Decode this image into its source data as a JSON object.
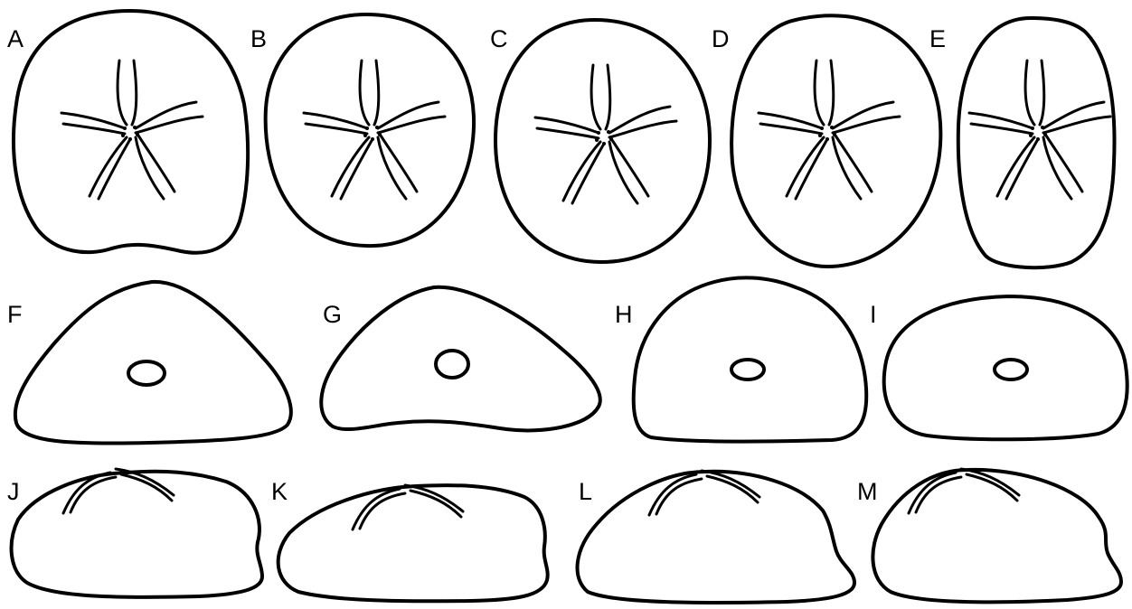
{
  "figure": {
    "panels": [
      {
        "id": "A",
        "label": "A",
        "view": "aboral"
      },
      {
        "id": "B",
        "label": "B",
        "view": "aboral"
      },
      {
        "id": "C",
        "label": "C",
        "view": "aboral"
      },
      {
        "id": "D",
        "label": "D",
        "view": "aboral"
      },
      {
        "id": "E",
        "label": "E",
        "view": "aboral"
      },
      {
        "id": "F",
        "label": "F",
        "view": "oral"
      },
      {
        "id": "G",
        "label": "G",
        "view": "oral"
      },
      {
        "id": "H",
        "label": "H",
        "view": "oral"
      },
      {
        "id": "I",
        "label": "I",
        "view": "oral"
      },
      {
        "id": "J",
        "label": "J",
        "view": "lateral"
      },
      {
        "id": "K",
        "label": "K",
        "view": "lateral"
      },
      {
        "id": "L",
        "label": "L",
        "view": "lateral"
      },
      {
        "id": "M",
        "label": "M",
        "view": "lateral"
      }
    ],
    "colors": {
      "stroke": "#000000",
      "background": "#ffffff"
    }
  }
}
